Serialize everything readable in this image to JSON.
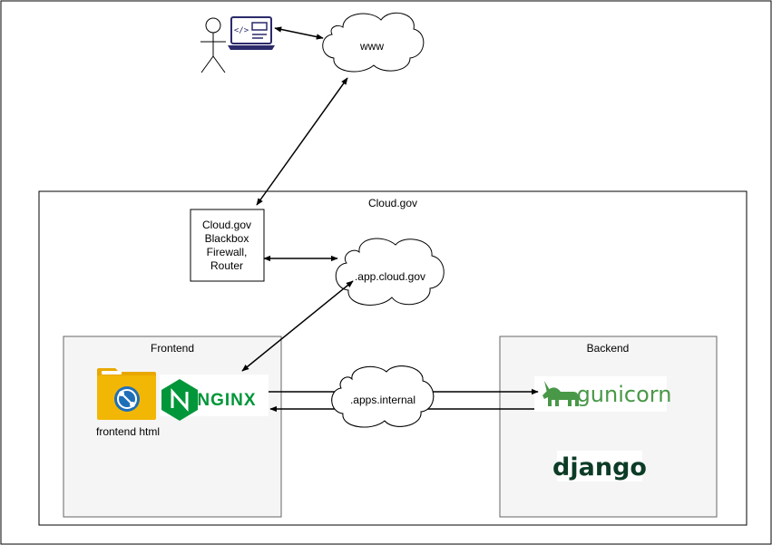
{
  "diagram": {
    "clouds": {
      "www": "www",
      "app_cloud_gov": ".app.cloud.gov",
      "apps_internal": ".apps.internal"
    },
    "containers": {
      "cloud_gov": "Cloud.gov",
      "frontend": "Frontend",
      "backend": "Backend"
    },
    "blackbox_lines": [
      "Cloud.gov",
      "Blackbox",
      "Firewall,",
      "Router"
    ],
    "frontend_html_label": "frontend html",
    "logos": {
      "nginx": "NGINX",
      "gunicorn": "gunicorn",
      "django": "django"
    },
    "colors": {
      "stroke": "#000000",
      "container_fill": "#f5f5f5",
      "nginx_green": "#009639",
      "gunicorn_green": "#499848",
      "django_green": "#0c3c26",
      "folder_yellow": "#f2b705",
      "laptop_navy": "#2b2a6b"
    },
    "icons": [
      "user-icon",
      "laptop-code-icon",
      "folder-web-icon",
      "nginx-logo",
      "gunicorn-unicorn-icon"
    ]
  }
}
